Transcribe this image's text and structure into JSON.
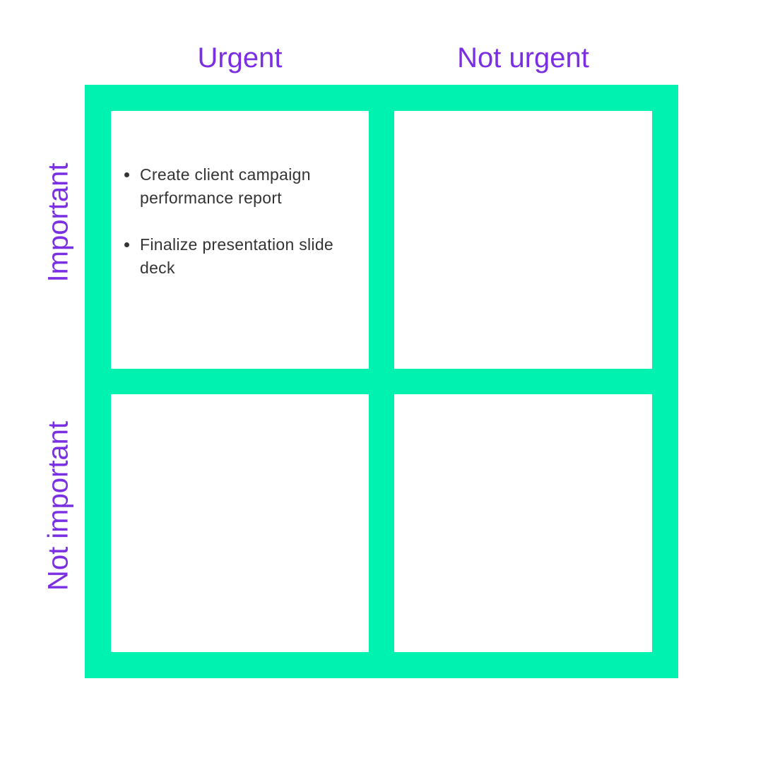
{
  "columns": [
    "Urgent",
    "Not urgent"
  ],
  "rows": [
    "Important",
    "Not important"
  ],
  "quadrants": {
    "urgent_important": [
      "Create client campaign performance report",
      "Finalize presentation slide deck"
    ],
    "not_urgent_important": [],
    "urgent_not_important": [],
    "not_urgent_not_important": []
  },
  "colors": {
    "grid": "#00f2b0",
    "labels": "#7b2fe3",
    "text": "#333333"
  }
}
